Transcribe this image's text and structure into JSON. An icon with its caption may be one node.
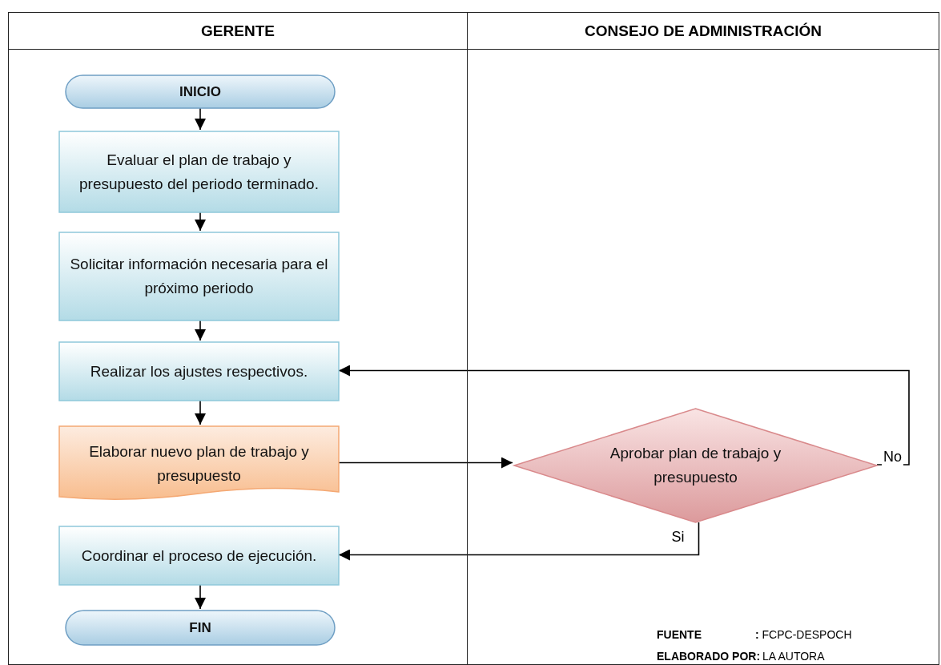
{
  "diagram": {
    "nodes": [
      {
        "text": [
          "GERENTE"
        ]
      },
      {
        "text": [
          "CONSEJO DE ADMINISTRACIÓN"
        ]
      },
      {
        "text": [
          "INICIO"
        ],
        "in": 0
      },
      {
        "text": [
          "Evaluar el plan de trabajo y presupuesto del periodo terminado."
        ],
        "in": 0
      },
      {
        "text": [
          "Solicitar información necesaria para el próximo periodo"
        ],
        "in": 0
      },
      {
        "text": [
          "Realizar los ajustes respectivos."
        ],
        "in": 0
      },
      {
        "text": [
          "Elaborar nuevo plan de trabajo y presupuesto"
        ],
        "in": 0
      },
      {
        "text": [
          "Coordinar el proceso de ejecución."
        ],
        "in": 0
      },
      {
        "text": [
          "FIN"
        ],
        "in": 0
      },
      {
        "text": [
          "Aprobar plan de trabajo y presupuesto"
        ],
        "in": 1
      }
    ],
    "edges": [
      {
        "from": 2,
        "to": 3,
        "arrow": "to"
      },
      {
        "from": 3,
        "to": 4,
        "arrow": "to"
      },
      {
        "from": 4,
        "to": 5,
        "arrow": "to"
      },
      {
        "from": 5,
        "to": 6,
        "arrow": "to"
      },
      {
        "from": 6,
        "to": 9,
        "arrow": "to"
      },
      {
        "from": 9,
        "to": 5,
        "arrow": "to",
        "label": "No"
      },
      {
        "from": 9,
        "to": 7,
        "arrow": "to",
        "label": "Si"
      },
      {
        "from": 7,
        "to": 8,
        "arrow": "to"
      }
    ],
    "labels": [
      "FUENTE",
      "**:** FCPC-DESPOCH",
      "ELABORADO POR:",
      "LA AUTORA"
    ]
  }
}
